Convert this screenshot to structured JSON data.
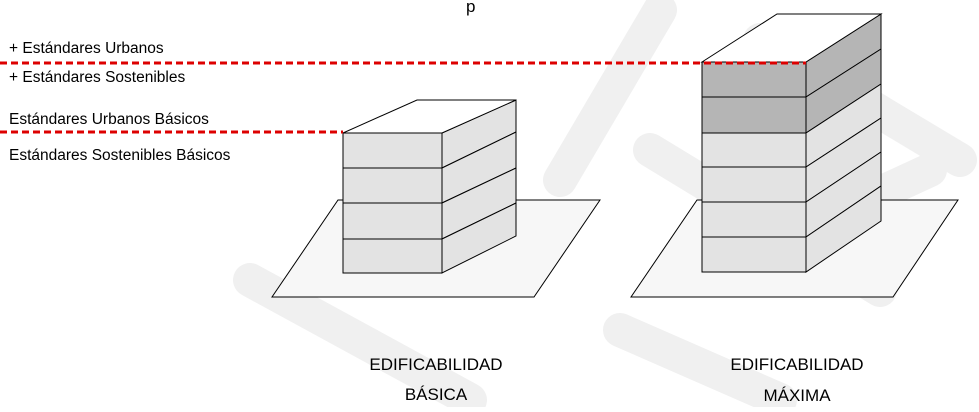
{
  "standards_labels": {
    "plus_urban": "+ Estándares Urbanos",
    "plus_sustainable": "+ Estándares Sostenibles",
    "basic_urban": "Estándares Urbanos Básicos",
    "basic_sustainable": "Estándares Sostenibles Básicos"
  },
  "buildings": [
    {
      "caption_line1": "EDIFICABILIDAD",
      "caption_line2": "BÁSICA",
      "floors": 4,
      "extra_floors": 0
    },
    {
      "caption_line1": "EDIFICABILIDAD",
      "caption_line2": "MÁXIMA",
      "floors": 6,
      "extra_floors": 2
    }
  ],
  "colors": {
    "floor_fill": "#e3e3e3",
    "extra_floor_fill": "#b5b5b5",
    "roof_fill": "#ffffff",
    "base_fill": "#f7f7f7",
    "outline": "#000000",
    "dashed_line": "#dd0000",
    "watermark": "#f0f0f0"
  }
}
